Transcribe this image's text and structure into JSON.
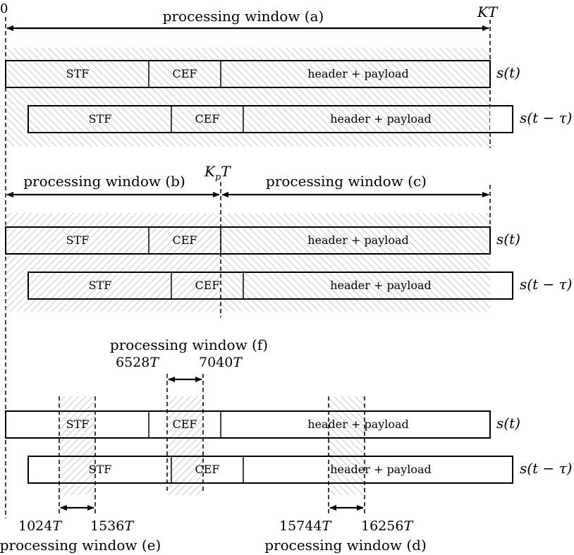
{
  "origin_label": "0",
  "end_label": "KT",
  "kp_label": "K_pT",
  "windows": {
    "a": "processing window (a)",
    "b": "processing window (b)",
    "c": "processing window (c)",
    "d": "processing window (d)",
    "e": "processing window (e)",
    "f": "processing window (f)"
  },
  "fields": {
    "stf": "STF",
    "cef": "CEF",
    "hp": "header + payload"
  },
  "signals": {
    "s": "s(t)",
    "sd": "s(t − τ)"
  },
  "ticks": {
    "f_start": "6528T",
    "f_end": "7040T",
    "e_start": "1024T",
    "e_end": "1536T",
    "d_start": "15744T",
    "d_end": "16256T"
  }
}
